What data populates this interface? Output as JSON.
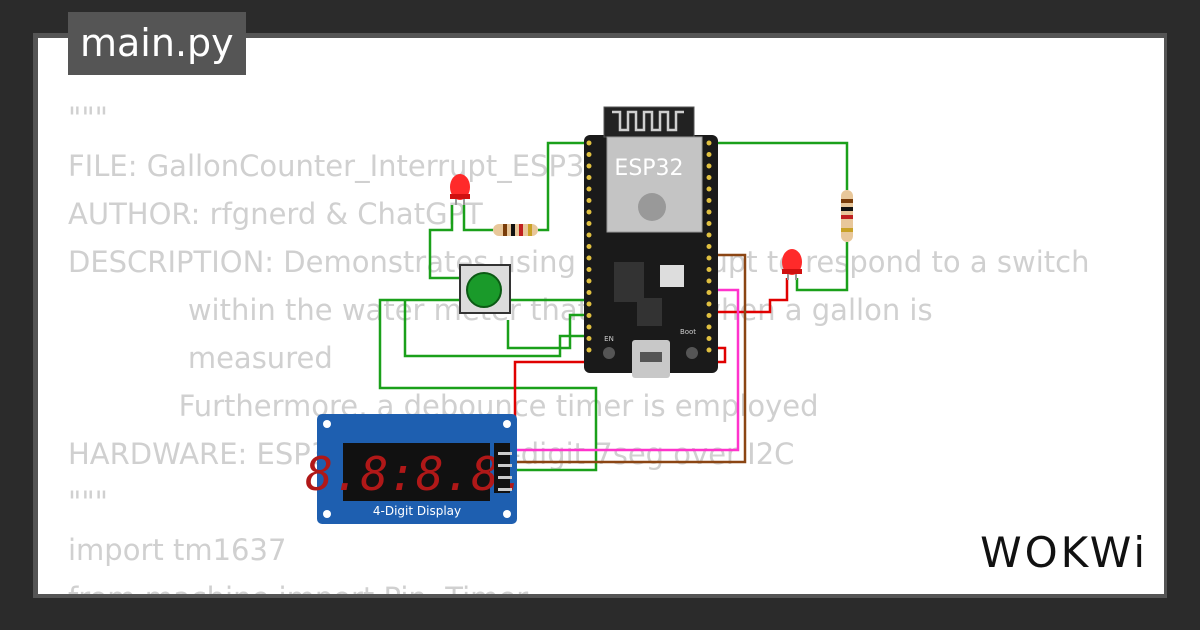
{
  "tab": {
    "filename": "main.py"
  },
  "code_lines": [
    "\"\"\"",
    "FILE: GallonCounter_Interrupt_ESP32",
    "AUTHOR: rfgnerd & ChatGPT",
    "DESCRIPTION: Demonstrates using an interrupt to respond to a switch",
    "             within the water meter that closes when a gallon is",
    "             measured",
    "            Furthermore, a debounce timer is employed",
    "HARDWARE: ESP32, TM1637 4-digit 7seg over I2C",
    "\"\"\"",
    "import tm1637",
    "from machine import Pin, Timer"
  ],
  "board": {
    "label": "ESP32",
    "en_label": "EN",
    "boot_label": "Boot"
  },
  "display": {
    "label": "4-Digit Display",
    "digits": "8.8:8.8."
  },
  "brand": {
    "logo": "WOKWi"
  },
  "colors": {
    "background": "#2b2b2b",
    "tab": "#555555",
    "wire_green": "#1aa01a",
    "wire_red": "#e00000",
    "wire_magenta": "#ff33cc",
    "wire_brown": "#8b4513",
    "board": "#1a1a1a",
    "display_pcb": "#1e5fb0"
  }
}
